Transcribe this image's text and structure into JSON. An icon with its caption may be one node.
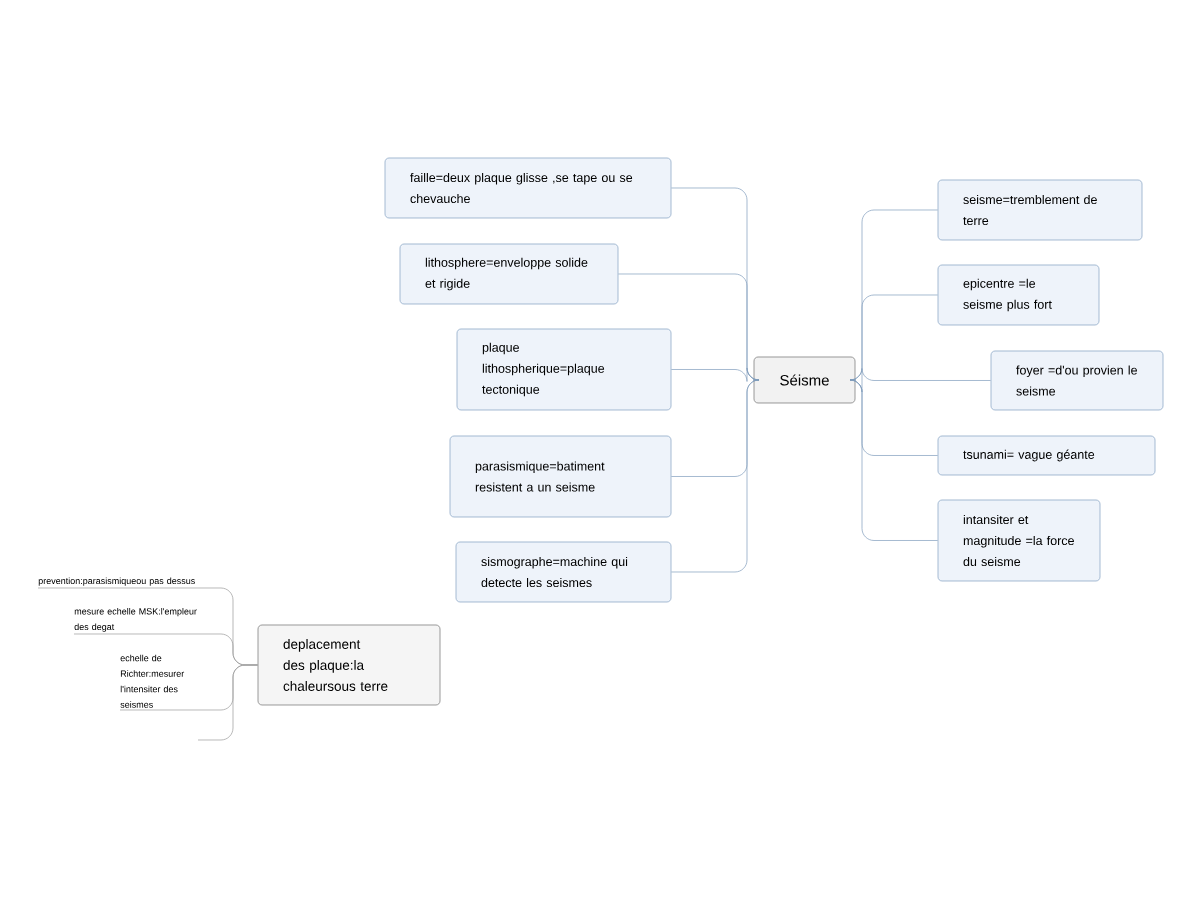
{
  "diagram": {
    "nodes": [
      {
        "text": [
          "Séisme"
        ]
      },
      {
        "text": [
          "faille=deux plaque glisse ,se tape ou se chevauche"
        ]
      },
      {
        "text": [
          "lithosphere=enveloppe solide et rigide"
        ]
      },
      {
        "text": [
          "plaque lithospherique=plaque tectonique"
        ]
      },
      {
        "text": [
          "parasismique=batiment resistent a un seisme"
        ]
      },
      {
        "text": [
          "sismographe=machine qui detecte les seismes"
        ]
      },
      {
        "text": [
          "seisme=tremblement de terre"
        ]
      },
      {
        "text": [
          "epicentre =le seisme plus fort"
        ]
      },
      {
        "text": [
          "foyer =d'ou provien le seisme"
        ]
      },
      {
        "text": [
          "tsunami= vague géante"
        ]
      },
      {
        "text": [
          "intansiter et magnitude =la force du seisme"
        ]
      },
      {
        "text": [
          "deplacement des plaque:la chaleursous terre"
        ]
      },
      {
        "text": [
          "prevention:parasismiqueou pas dessus"
        ]
      },
      {
        "text": [
          "mesure echelle MSK:l'empleur des degat"
        ]
      },
      {
        "text": [
          "echelle de Richter:mesurer l'intensiter des seismes"
        ]
      }
    ],
    "edges": [
      {
        "from": 0,
        "to": 1,
        "arrow": "none"
      },
      {
        "from": 0,
        "to": 2,
        "arrow": "none"
      },
      {
        "from": 0,
        "to": 3,
        "arrow": "none"
      },
      {
        "from": 0,
        "to": 4,
        "arrow": "none"
      },
      {
        "from": 0,
        "to": 5,
        "arrow": "none"
      },
      {
        "from": 0,
        "to": 6,
        "arrow": "none"
      },
      {
        "from": 0,
        "to": 7,
        "arrow": "none"
      },
      {
        "from": 0,
        "to": 8,
        "arrow": "none"
      },
      {
        "from": 0,
        "to": 9,
        "arrow": "none"
      },
      {
        "from": 0,
        "to": 10,
        "arrow": "none"
      },
      {
        "from": 11,
        "to": 12,
        "arrow": "none",
        "color": "#999999"
      },
      {
        "from": 11,
        "to": 13,
        "arrow": "none",
        "color": "#999999"
      },
      {
        "from": 11,
        "to": 14,
        "arrow": "none",
        "color": "#999999"
      },
      {
        "from": 11,
        "to": null,
        "arrow": "none",
        "color": "#999999"
      }
    ]
  }
}
